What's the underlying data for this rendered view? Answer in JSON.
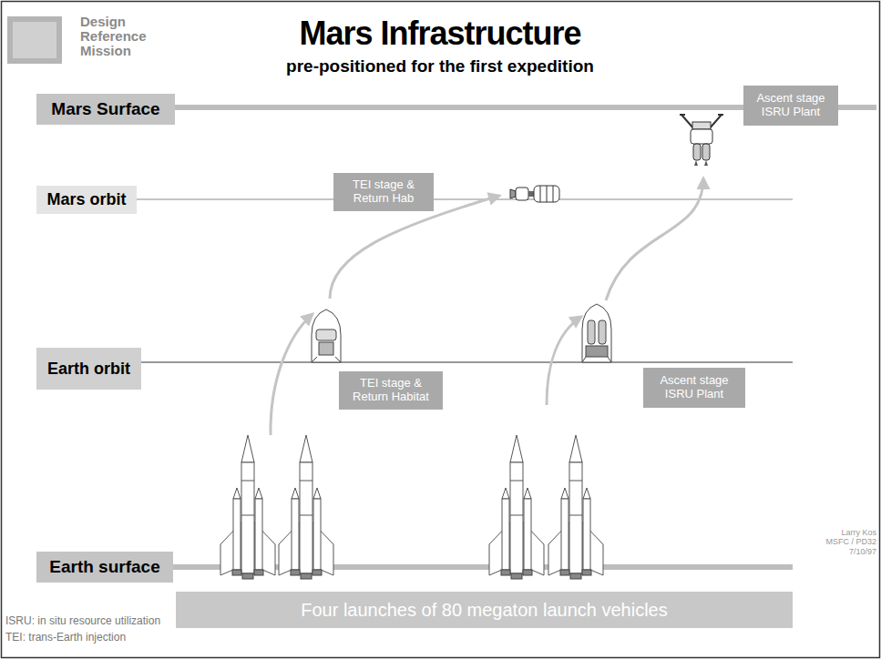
{
  "diagram": {
    "title": "Mars Infrastructure",
    "nodes": [
      {
        "text": [
          "Mars Surface"
        ]
      },
      {
        "text": [
          "Ascent stage ISRU Plant"
        ]
      },
      {
        "text": [
          "Mars orbit"
        ]
      },
      {
        "text": [
          "TEI stage & Return Hab"
        ]
      },
      {
        "text": [
          "Earth orbit"
        ]
      },
      {
        "text": [
          "TEI stage & Return Habitat"
        ]
      },
      {
        "text": [
          "Ascent stage ISRU Plant"
        ]
      },
      {
        "text": [
          "Earth surface"
        ]
      },
      {
        "text": [
          "Four launches of 80 megaton launch vehicles"
        ]
      }
    ],
    "labels": [
      "pre-positioned for the first expedition",
      "Design Reference Mission",
      "Larry Kos MSFC / PD32 7/10/97",
      "ISRU: in situ resource utilization",
      "TEI: trans-Earth injection"
    ]
  }
}
